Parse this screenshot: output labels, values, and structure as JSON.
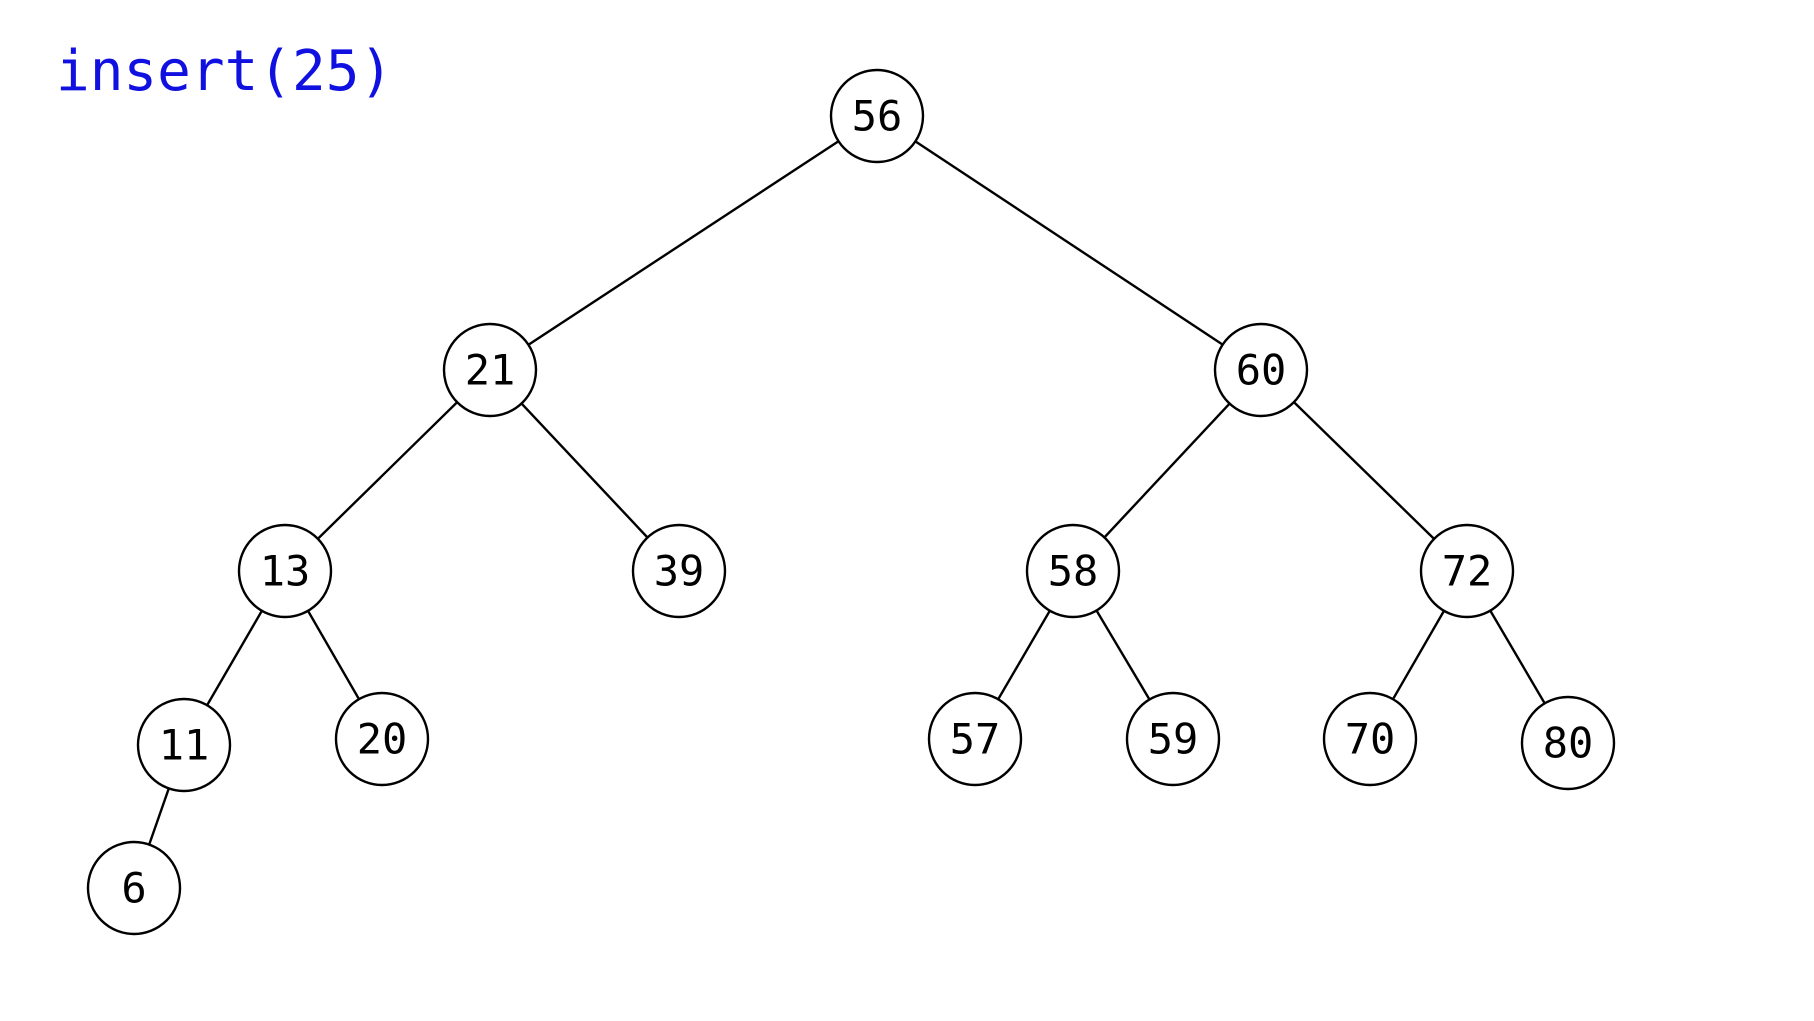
{
  "operation": "insert(25)",
  "colors": {
    "operation": "#1010e0",
    "stroke": "#000000",
    "node_fill": "#ffffff"
  },
  "tree": {
    "nodes": [
      {
        "id": "n56",
        "label": "56"
      },
      {
        "id": "n21",
        "label": "21"
      },
      {
        "id": "n60",
        "label": "60"
      },
      {
        "id": "n13",
        "label": "13"
      },
      {
        "id": "n39",
        "label": "39"
      },
      {
        "id": "n58",
        "label": "58"
      },
      {
        "id": "n72",
        "label": "72"
      },
      {
        "id": "n11",
        "label": "11"
      },
      {
        "id": "n20",
        "label": "20"
      },
      {
        "id": "n57",
        "label": "57"
      },
      {
        "id": "n59",
        "label": "59"
      },
      {
        "id": "n70",
        "label": "70"
      },
      {
        "id": "n80",
        "label": "80"
      },
      {
        "id": "n6",
        "label": "6"
      }
    ],
    "edges": [
      {
        "from": "n56",
        "to": "n21"
      },
      {
        "from": "n56",
        "to": "n60"
      },
      {
        "from": "n21",
        "to": "n13"
      },
      {
        "from": "n21",
        "to": "n39"
      },
      {
        "from": "n60",
        "to": "n58"
      },
      {
        "from": "n60",
        "to": "n72"
      },
      {
        "from": "n13",
        "to": "n11"
      },
      {
        "from": "n13",
        "to": "n20"
      },
      {
        "from": "n58",
        "to": "n57"
      },
      {
        "from": "n58",
        "to": "n59"
      },
      {
        "from": "n72",
        "to": "n70"
      },
      {
        "from": "n72",
        "to": "n80"
      },
      {
        "from": "n11",
        "to": "n6"
      }
    ]
  }
}
